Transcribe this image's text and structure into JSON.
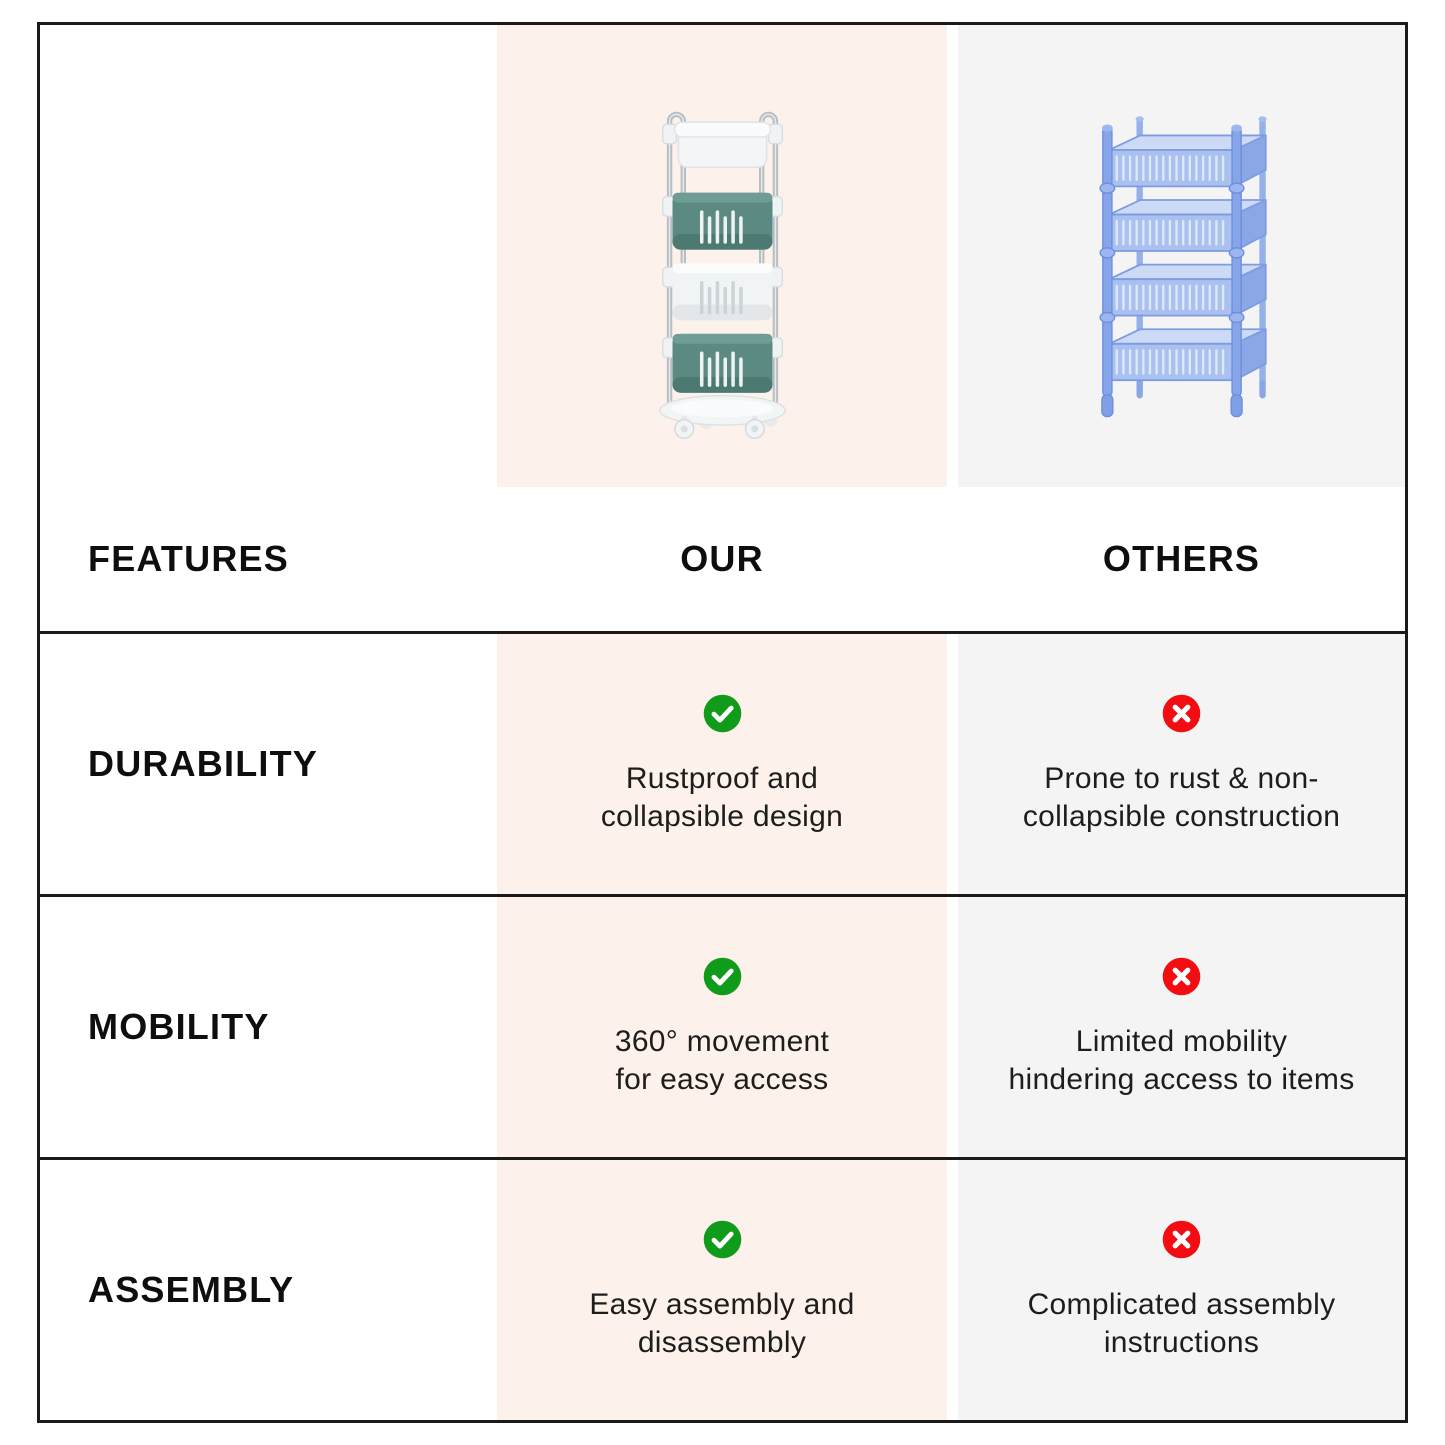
{
  "header": {
    "features": "FEATURES",
    "our": "OUR",
    "others": "OTHERS"
  },
  "rows": [
    {
      "feature": "DURABILITY",
      "our": {
        "icon": "check-icon",
        "text": "Rustproof and\ncollapsible design"
      },
      "others": {
        "icon": "cross-icon",
        "text": "Prone to rust & non-\ncollapsible construction"
      }
    },
    {
      "feature": "MOBILITY",
      "our": {
        "icon": "check-icon",
        "text": "360° movement\nfor easy access"
      },
      "others": {
        "icon": "cross-icon",
        "text": "Limited mobility\nhindering access to items"
      }
    },
    {
      "feature": "ASSEMBLY",
      "our": {
        "icon": "check-icon",
        "text": "Easy assembly and\ndisassembly"
      },
      "others": {
        "icon": "cross-icon",
        "text": "Complicated assembly\ninstructions"
      }
    }
  ],
  "colors": {
    "our-bg": "#FDF1EC",
    "others-bg": "#F4F4F4",
    "green": "#109C1A",
    "red": "#F20D12",
    "line": "#1A1A1A",
    "text": "#1D1D1B"
  }
}
